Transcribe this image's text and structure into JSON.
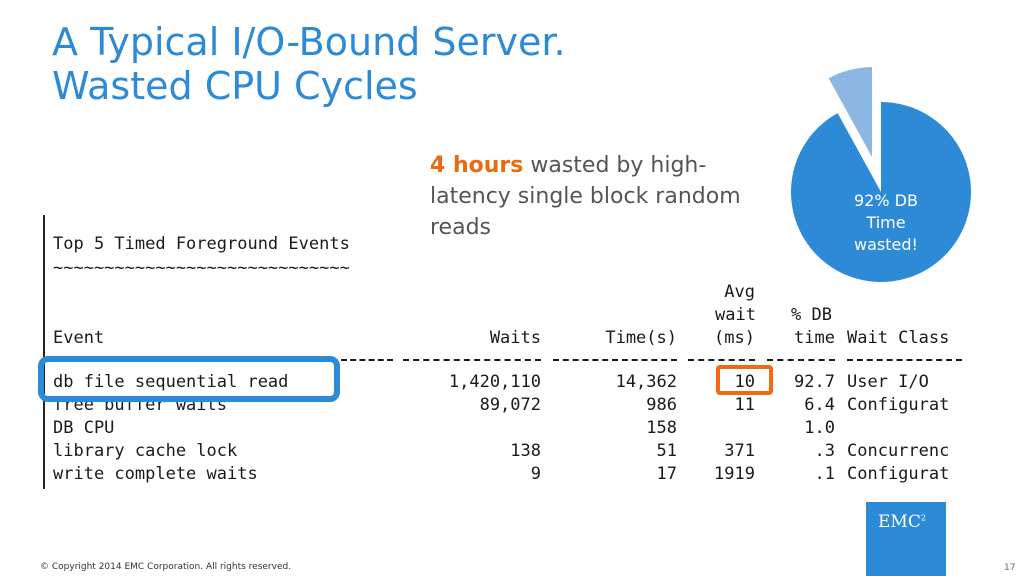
{
  "title": {
    "line1": "A Typical I/O-Bound Server.",
    "line2": "Wasted CPU Cycles"
  },
  "callout": {
    "emphasis": "4 hours",
    "rest": " wasted by high-latency single block random reads"
  },
  "pie": {
    "label_line1": "92% DB",
    "label_line2": "Time",
    "label_line3": "wasted!",
    "wasted_fraction": 0.92,
    "main_color": "#2d8ad6",
    "slice_color": "#8db7e3"
  },
  "awr": {
    "heading": "Top 5 Timed Foreground Events",
    "tildes": "~~~~~~~~~~~~~~~~~~~~~~~~~~~~~",
    "header_avg": "Avg",
    "header_wait": "wait",
    "header_ms": "(ms)",
    "header_pctdb": "% DB",
    "header_event": "Event",
    "header_waits": "Waits",
    "header_time": "Time(s)",
    "header_dbtime": "time",
    "header_class": "Wait Class",
    "rows": [
      {
        "event": "db file sequential read",
        "waits": "1,420,110",
        "time": "14,362",
        "avg": "10",
        "pct": "92.7",
        "cls": "User I/O"
      },
      {
        "event": "free buffer waits",
        "waits": "89,072",
        "time": "986",
        "avg": "11",
        "pct": "6.4",
        "cls": "Configurat"
      },
      {
        "event": "DB CPU",
        "waits": "",
        "time": "158",
        "avg": "",
        "pct": "1.0",
        "cls": ""
      },
      {
        "event": "library cache lock",
        "waits": "138",
        "time": "51",
        "avg": "371",
        "pct": ".3",
        "cls": "Concurrenc"
      },
      {
        "event": "write complete waits",
        "waits": "9",
        "time": "17",
        "avg": "1919",
        "pct": ".1",
        "cls": "Configurat"
      }
    ]
  },
  "brand": {
    "logo_text": "EMC",
    "logo_sup": "2",
    "color": "#2d8ad6"
  },
  "footer": {
    "copyright": "© Copyright 2014 EMC Corporation. All rights reserved.",
    "page": "17"
  }
}
